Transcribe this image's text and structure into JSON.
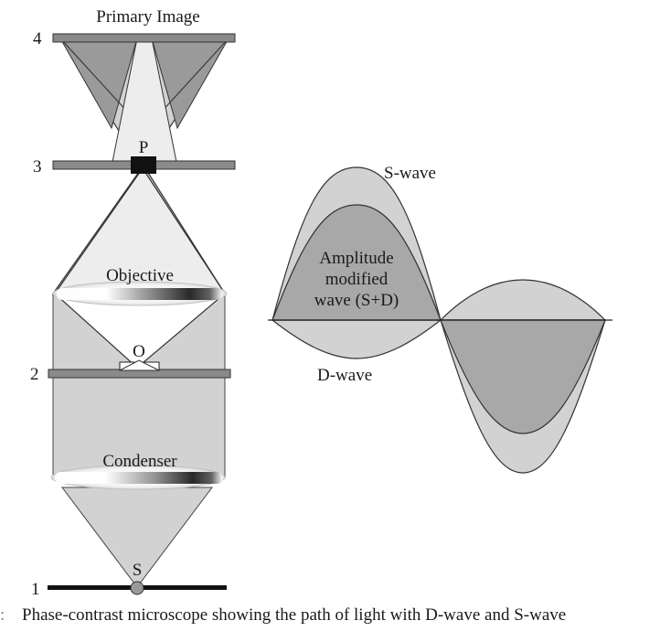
{
  "microscope": {
    "title": "Primary Image",
    "plane_numbers": [
      "1",
      "2",
      "3",
      "4"
    ],
    "source_label": "S",
    "object_label": "O",
    "phase_plate_label": "P",
    "objective_label": "Objective",
    "condenser_label": "Condenser"
  },
  "waves": {
    "s_wave_label": "S-wave",
    "d_wave_label": "D-wave",
    "modified_label_lines": [
      "Amplitude",
      "modified",
      "wave (S+D)"
    ]
  },
  "caption": {
    "prefix": ":",
    "text": "Phase-contrast microscope showing the path of light with D-wave and S-wave"
  },
  "colors": {
    "light_gray": "#d2d2d2",
    "mid_gray": "#9a9a9a",
    "dark_gray": "#a8a8a8",
    "plate_gray": "#8a8a8a",
    "outline": "#2a2a2a"
  }
}
